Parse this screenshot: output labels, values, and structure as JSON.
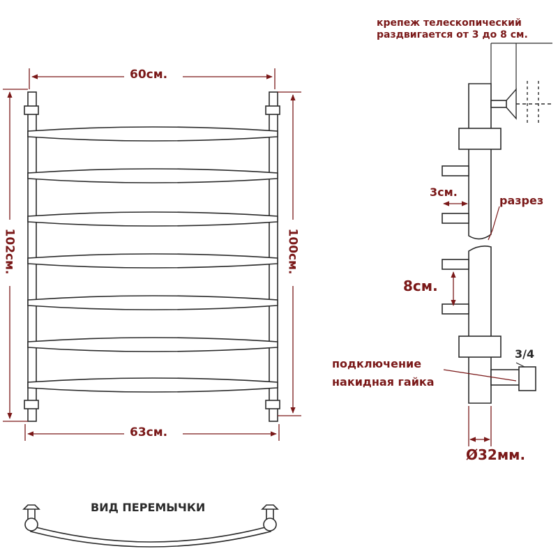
{
  "labels": {
    "top_width": "60см.",
    "bottom_width": "63см.",
    "left_height": "102см.",
    "right_height": "100см.",
    "mount_line1": "крепеж телескопический",
    "mount_line2": "раздвигается от 3 до 8 см.",
    "depth_3": "3см.",
    "cut": "разрез",
    "depth_8": "8см.",
    "thread": "3/4",
    "conn_line1": "подключение",
    "conn_line2": "накидная гайка",
    "diameter": "Ø32мм.",
    "jumper_view": "ВИД ПЕРЕМЫЧКИ"
  },
  "colors": {
    "dimension": "#7a1818",
    "outline": "#2a2a2a",
    "note_text": "#2a2a2a",
    "background": "#ffffff"
  }
}
